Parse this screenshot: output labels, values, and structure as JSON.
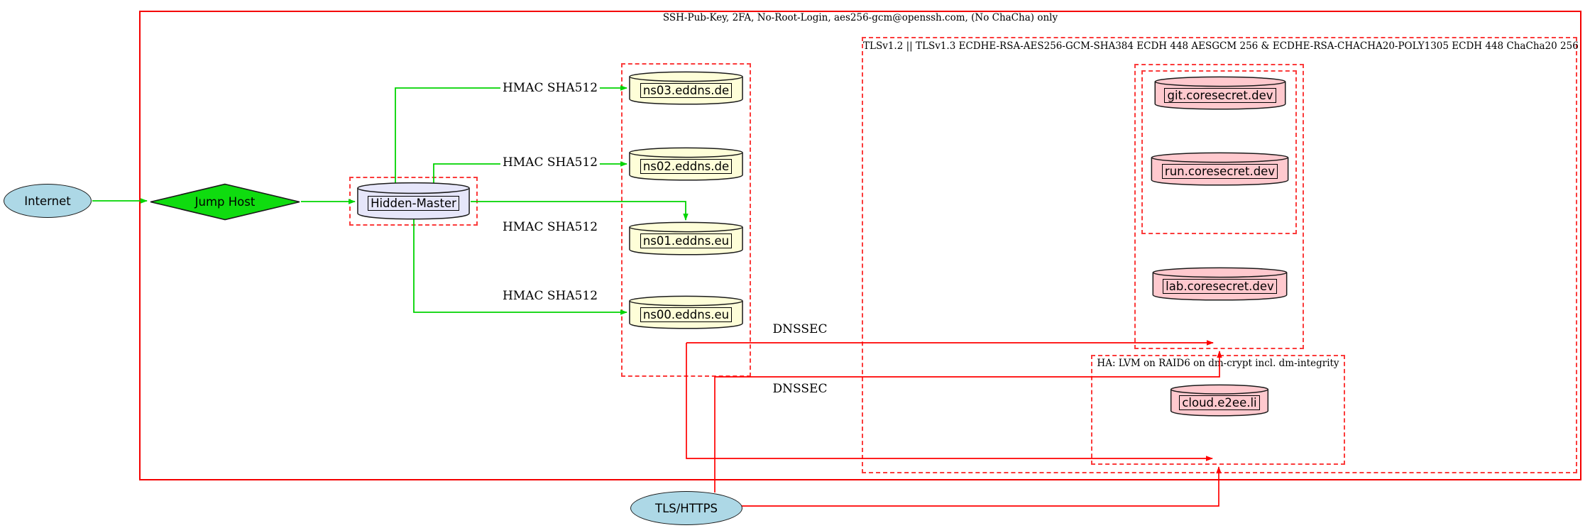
{
  "clusters": {
    "ssh": {
      "label": "SSH-Pub-Key, 2FA, No-Root-Login, aes256-gcm@openssh.com, (No ChaCha) only"
    },
    "tls": {
      "label": "TLSv1.2 || TLSv1.3 ECDHE-RSA-AES256-GCM-SHA384 ECDH 448 AESGCM 256 & ECDHE-RSA-CHACHA20-POLY1305 ECDH 448 ChaCha20 256"
    },
    "ha": {
      "label": "HA: LVM on RAID6 on dm-crypt incl. dm-integrity"
    }
  },
  "nodes": {
    "internet": {
      "label": "Internet",
      "shape": "ellipse",
      "fill": "#add8e6"
    },
    "jump_host": {
      "label": "Jump Host",
      "shape": "diamond",
      "fill": "#0fdc0f"
    },
    "hidden_master": {
      "label": "Hidden-Master",
      "shape": "cylinder",
      "fill": "#e6e6fa"
    },
    "ns03": {
      "label": "ns03.eddns.de",
      "shape": "cylinder",
      "fill": "#fefed8"
    },
    "ns02": {
      "label": "ns02.eddns.de",
      "shape": "cylinder",
      "fill": "#fefed8"
    },
    "ns01": {
      "label": "ns01.eddns.eu",
      "shape": "cylinder",
      "fill": "#fefed8"
    },
    "ns00": {
      "label": "ns00.eddns.eu",
      "shape": "cylinder",
      "fill": "#fefed8"
    },
    "git": {
      "label": "git.coresecret.dev",
      "shape": "cylinder",
      "fill": "#ffc9ce"
    },
    "run": {
      "label": "run.coresecret.dev",
      "shape": "cylinder",
      "fill": "#ffc9ce"
    },
    "lab": {
      "label": "lab.coresecret.dev",
      "shape": "cylinder",
      "fill": "#ffc9ce"
    },
    "cloud": {
      "label": "cloud.e2ee.li",
      "shape": "cylinder",
      "fill": "#ffc9ce"
    },
    "tls_https": {
      "label": "TLS/HTTPS",
      "shape": "ellipse",
      "fill": "#add8e6"
    }
  },
  "edge_labels": {
    "hmac_ns03": "HMAC SHA512",
    "hmac_ns02": "HMAC SHA512",
    "hmac_ns01": "HMAC SHA512",
    "hmac_ns00": "HMAC SHA512",
    "dnssec_top": "DNSSEC",
    "dnssec_bottom": "DNSSEC"
  },
  "colors": {
    "secure_edge_green": "#00d400",
    "insecure_edge_red": "#ff0000",
    "cluster_border_red": "#fb3b3b",
    "node_border": "#1a1a1a"
  }
}
